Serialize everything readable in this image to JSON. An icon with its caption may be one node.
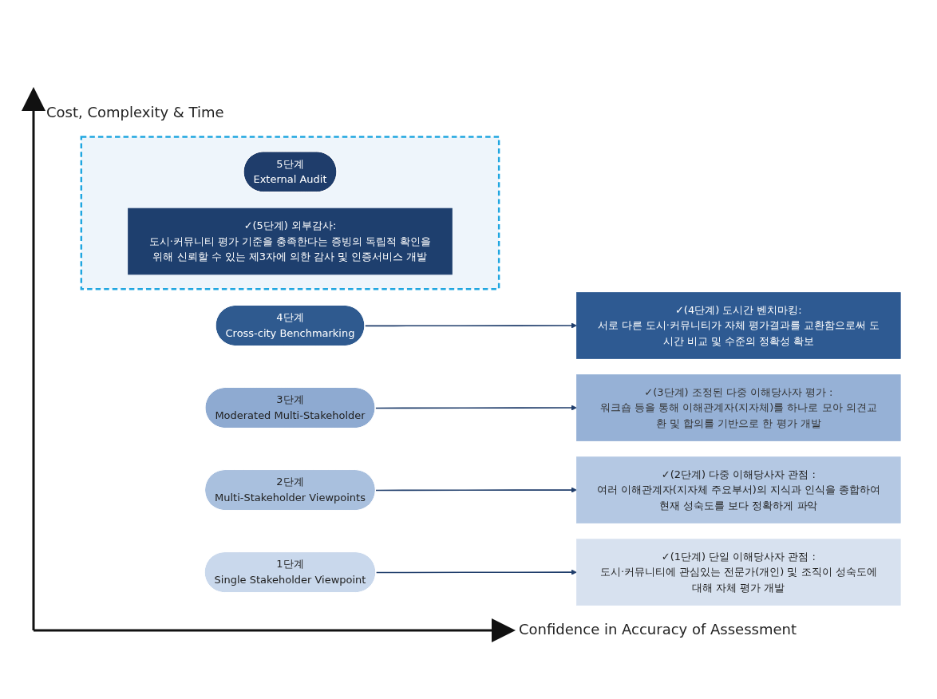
{
  "diagram": {
    "nodes": [
      {
        "text": [],
        "shape": "box"
      },
      {
        "text": [
          "5단계",
          "External Audit"
        ],
        "in": 0
      },
      {
        "text": [
          "✓(5단계) 외부감사:",
          "도시·커뮤니티 평가 기준을 충족한다는 증빙의 독립적 확인을 위해 신뢰할 수 있는 제3자에 의한 감사 및 인증서비스 개발"
        ],
        "in": 0
      },
      {
        "text": [
          "4단계",
          "Cross-city Benchmarking"
        ]
      },
      {
        "text": [
          "✓(4단계) 도시간 벤치마킹:",
          "서로 다른 도시·커뮤니티가 자체 평가결과를 교환함으로써 도시간 비교 및 수준의 정확성 확보"
        ]
      },
      {
        "text": [
          "3단계",
          "Moderated Multi-Stakeholder"
        ]
      },
      {
        "text": [
          "✓(3단계) 조정된 다중 이해당사자 평가 :",
          "워크숍 등을 통해 이해관계자(지자체)를 하나로 모아 의견교환 및 합의를 기반으로 한 평가 개발"
        ]
      },
      {
        "text": [
          "2단계",
          "Multi-Stakeholder Viewpoints"
        ]
      },
      {
        "text": [
          "✓(2단계) 다중 이해당사자 관점 :",
          "여러 이해관계자(지자체 주요부서)의 지식과 인식을 종합하여 현재 성숙도를 보다 정확하게 파악"
        ]
      },
      {
        "text": [
          "1단계",
          "Single Stakeholder Viewpoint"
        ]
      },
      {
        "text": [
          "✓(1단계) 단일 이해당사자 관점 :",
          "도시·커뮤니티에 관심있는 전문가(개인) 및 조직이 성숙도에 대해 자체 평가 개발"
        ]
      }
    ],
    "edges": [
      {
        "from": 3,
        "to": 4,
        "arrow": "to"
      },
      {
        "from": 5,
        "to": 6,
        "arrow": "to"
      },
      {
        "from": 7,
        "to": 8,
        "arrow": "to"
      },
      {
        "from": 9,
        "to": 10,
        "arrow": "to"
      }
    ],
    "labels": [
      "Cost, Complexity & Time",
      "Confidence in Accuracy of Assessment"
    ]
  }
}
